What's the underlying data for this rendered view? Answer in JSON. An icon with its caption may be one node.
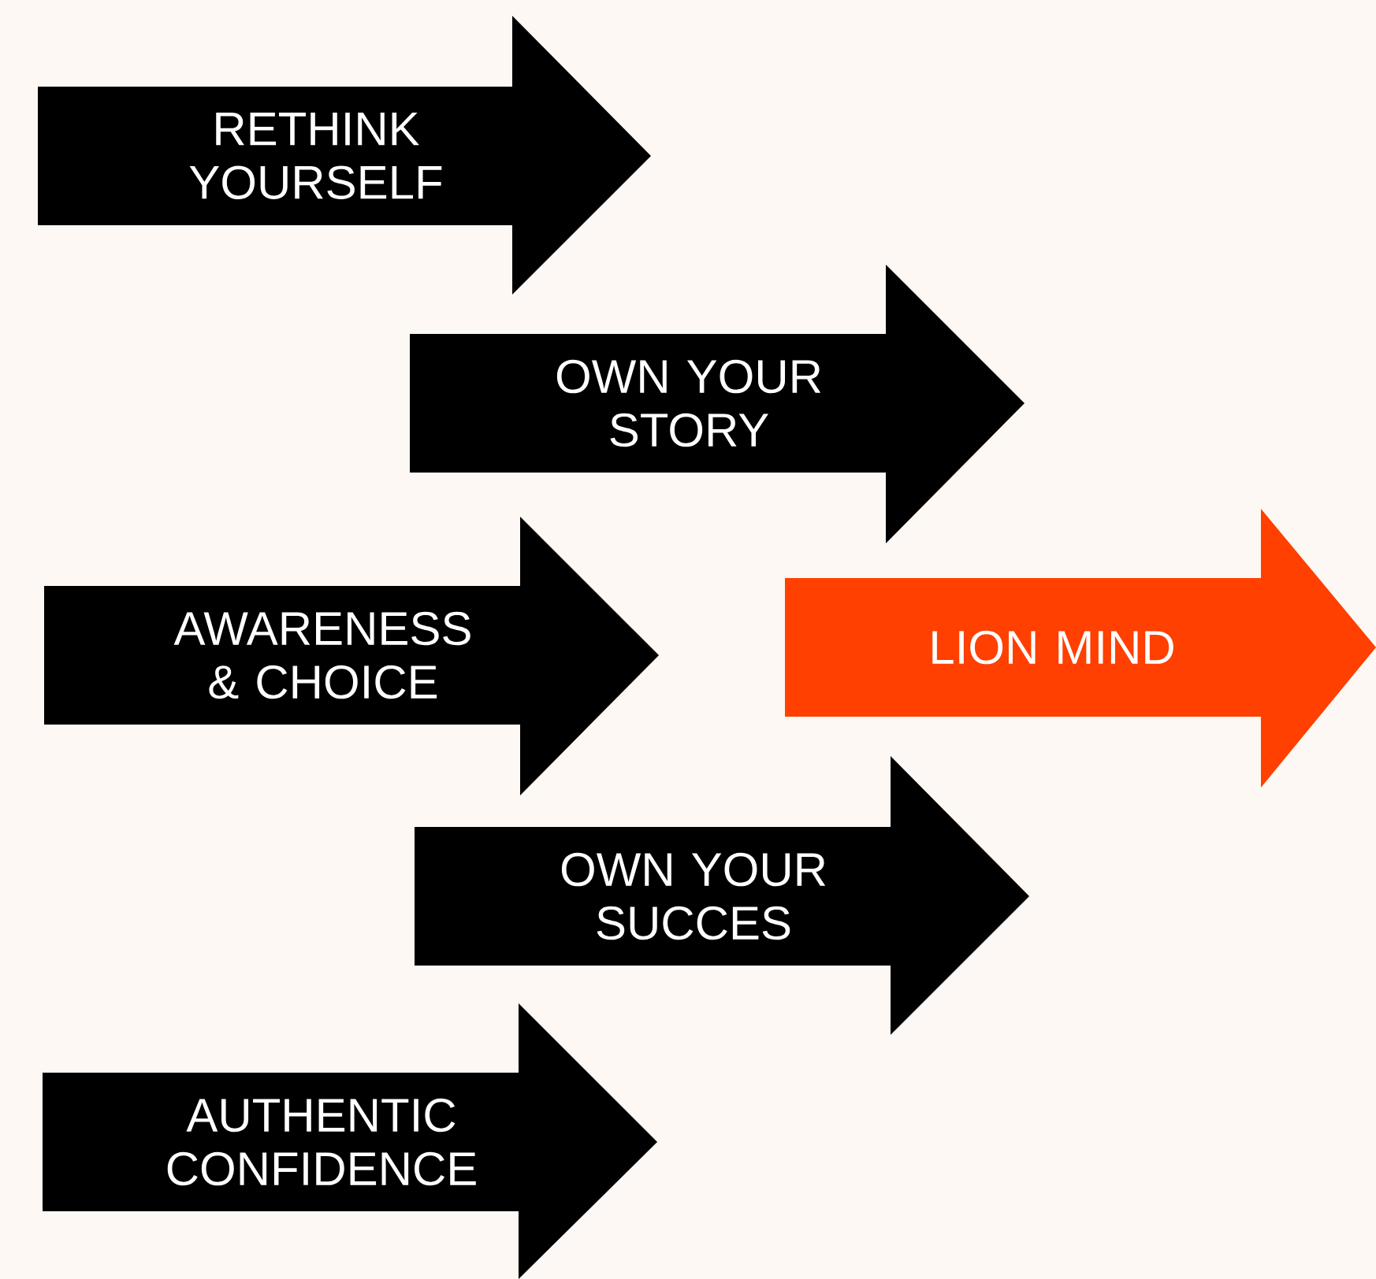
{
  "diagram": {
    "nodes": [
      {
        "text": [
          "RETHINK YOURSELF"
        ]
      },
      {
        "text": [
          "OWN YOUR STORY"
        ]
      },
      {
        "text": [
          "AWARENESS & CHOICE"
        ]
      },
      {
        "text": [
          "LION MIND"
        ]
      },
      {
        "text": [
          "OWN YOUR SUCCES"
        ]
      },
      {
        "text": [
          "AUTHENTIC CONFIDENCE"
        ]
      }
    ]
  }
}
